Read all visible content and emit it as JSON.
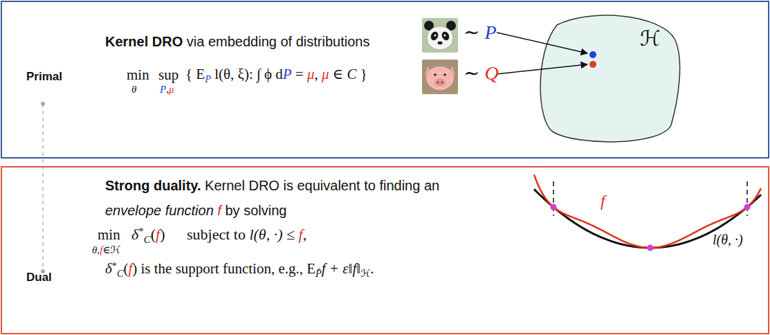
{
  "diagram": {
    "nodes": [
      {
        "text": [
          "Primal",
          "Kernel DRO via embedding of distributions",
          "min",
          "θ",
          "sup",
          "P,μ",
          "{ EP l(θ, ξ): ∫ ϕ dP = μ, μ ∈ C }",
          "∼ P",
          "∼ Q"
        ]
      },
      {
        "text": [
          "ℋ"
        ],
        "in": 0
      },
      {
        "text": [
          "Dual",
          "Strong duality. Kernel DRO is equivalent to finding an envelope function f by solving",
          "min",
          "θ,f∈ℋ",
          "δ*C(f) subject to l(θ, ·) ≤ f,",
          "δ*C(f) is the support function, e.g., EP̂f + ε‖f‖ℋ.",
          "f",
          "l(θ, ·)"
        ]
      }
    ]
  }
}
